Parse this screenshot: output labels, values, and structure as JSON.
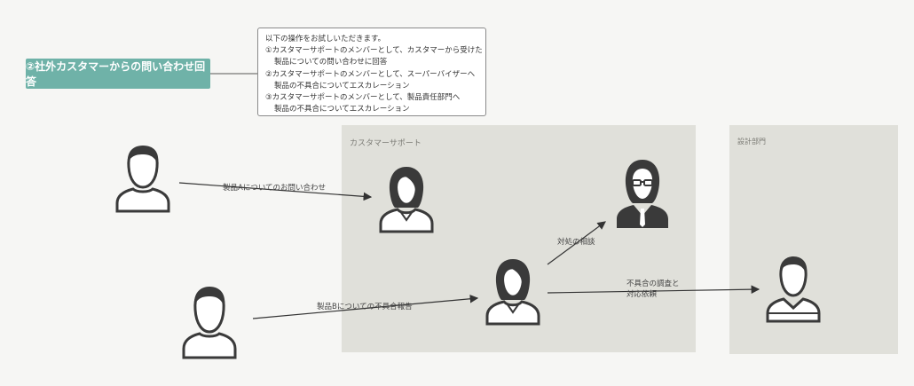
{
  "title_badge": "②社外カスタマーからの問い合わせ回答",
  "note": {
    "intro": "以下の操作をお試しいただきます。",
    "item1_line1": "①カスタマーサポートのメンバーとして、カスタマーから受けた",
    "item1_line2": "製品についての問い合わせに回答",
    "item2_line1": "②カスタマーサポートのメンバーとして、スーパーバイザーへ",
    "item2_line2": "製品の不具合についてエスカレーション",
    "item3_line1": "③カスタマーサポートのメンバーとして、製品責任部門へ",
    "item3_line2": "製品の不具合についてエスカレーション"
  },
  "zones": {
    "support_label": "カスタマーサポート",
    "design_label": "設計部門"
  },
  "edges": {
    "inquiry_a": "製品Aについてのお問い合わせ",
    "report_b": "製品Bについての不具合報告",
    "consult": "対処の相談",
    "investigate_line1": "不具合の調査と",
    "investigate_line2": "対応依頼"
  },
  "colors": {
    "badge": "#6fb2a8",
    "zone": "#e0e0da",
    "icon": "#3a3a3a"
  }
}
